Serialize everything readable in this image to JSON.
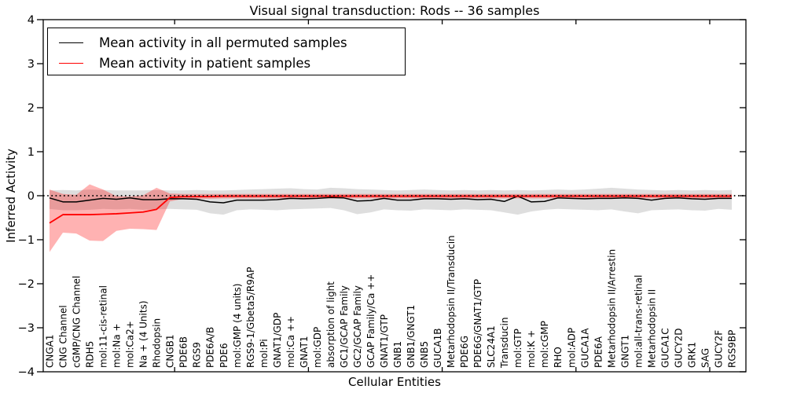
{
  "chart_data": {
    "type": "line",
    "title": "Visual signal transduction: Rods -- 36 samples",
    "xlabel": "Cellular Entities",
    "ylabel": "Inferred Activity",
    "ylim": [
      -4,
      4
    ],
    "yticks": [
      4,
      3,
      2,
      1,
      0,
      -1,
      -2,
      -3,
      -4
    ],
    "xticks": [
      10,
      20,
      30,
      40,
      50
    ],
    "grid": false,
    "zero_reference_line": {
      "style": "dotted",
      "color": "#000000",
      "y": 0
    },
    "legend": {
      "position": "upper left",
      "entries": [
        {
          "label": "Mean activity in all permuted samples",
          "color": "#000000"
        },
        {
          "label": "Mean activity in patient samples",
          "color": "#ff0000"
        }
      ]
    },
    "categories": [
      "CNGA1",
      "CNG Channel",
      "cGMP/CNG Channel",
      "RDH5",
      "mol:11-cis-retinal",
      "mol:Na +",
      "mol:Ca2+",
      "Na + (4 Units)",
      "Rhodopsin",
      "CNGB1",
      "PDE6B",
      "RGS9",
      "PDE6A/B",
      "PDE6",
      "mol:GMP (4 units)",
      "RGS9-1/Gbeta5/R9AP",
      "mol:Pi",
      "GNAT1/GDP",
      "mol:Ca ++",
      "GNAT1",
      "mol:GDP",
      "absorption of light",
      "GC1/GCAP Family",
      "GC2/GCAP Family",
      "GCAP Family/Ca ++",
      "GNAT1/GTP",
      "GNB1",
      "GNB1/GNGT1",
      "GNB5",
      "GUCA1B",
      "Metarhodopsin II/Transducin",
      "PDE6G",
      "PDE6G/GNAT1/GTP",
      "SLC24A1",
      "Transducin",
      "mol:GTP",
      "mol:K +",
      "mol:cGMP",
      "RHO",
      "mol:ADP",
      "GUCA1A",
      "PDE6A",
      "Metarhodopsin II/Arrestin",
      "GNGT1",
      "mol:all-trans-retinal",
      "Metarhodopsin II",
      "GUCA1C",
      "GUCY2D",
      "GRK1",
      "SAG",
      "GUCY2F",
      "RGS9BP"
    ],
    "series": [
      {
        "name": "Mean activity in all permuted samples",
        "color": "#000000",
        "band_color": "rgba(0,0,0,0.13)",
        "values": [
          -0.05,
          -0.14,
          -0.14,
          -0.1,
          -0.06,
          -0.08,
          -0.05,
          -0.09,
          -0.09,
          -0.07,
          -0.07,
          -0.08,
          -0.14,
          -0.16,
          -0.1,
          -0.1,
          -0.1,
          -0.09,
          -0.06,
          -0.07,
          -0.06,
          -0.04,
          -0.05,
          -0.12,
          -0.11,
          -0.06,
          -0.1,
          -0.1,
          -0.07,
          -0.07,
          -0.08,
          -0.07,
          -0.09,
          -0.08,
          -0.13,
          -0.01,
          -0.14,
          -0.13,
          -0.05,
          -0.06,
          -0.07,
          -0.06,
          -0.06,
          -0.05,
          -0.06,
          -0.1,
          -0.06,
          -0.05,
          -0.07,
          -0.08,
          -0.06,
          -0.06
        ],
        "band_upper": [
          0.12,
          0.13,
          0.12,
          0.14,
          0.13,
          0.12,
          0.12,
          0.12,
          0.13,
          0.12,
          0.12,
          0.13,
          0.12,
          0.12,
          0.13,
          0.14,
          0.15,
          0.16,
          0.17,
          0.15,
          0.14,
          0.18,
          0.17,
          0.15,
          0.14,
          0.13,
          0.12,
          0.13,
          0.14,
          0.13,
          0.12,
          0.13,
          0.12,
          0.13,
          0.12,
          0.13,
          0.12,
          0.13,
          0.14,
          0.13,
          0.14,
          0.16,
          0.18,
          0.16,
          0.14,
          0.13,
          0.12,
          0.13,
          0.12,
          0.13,
          0.12,
          0.13
        ],
        "band_lower": [
          -0.3,
          -0.33,
          -0.33,
          -0.32,
          -0.3,
          -0.31,
          -0.3,
          -0.32,
          -0.31,
          -0.3,
          -0.31,
          -0.32,
          -0.4,
          -0.43,
          -0.33,
          -0.31,
          -0.32,
          -0.33,
          -0.31,
          -0.3,
          -0.29,
          -0.28,
          -0.33,
          -0.42,
          -0.38,
          -0.31,
          -0.33,
          -0.34,
          -0.31,
          -0.32,
          -0.33,
          -0.31,
          -0.32,
          -0.33,
          -0.38,
          -0.43,
          -0.36,
          -0.32,
          -0.3,
          -0.31,
          -0.32,
          -0.33,
          -0.31,
          -0.36,
          -0.4,
          -0.33,
          -0.32,
          -0.31,
          -0.33,
          -0.34,
          -0.3,
          -0.32
        ]
      },
      {
        "name": "Mean activity in patient samples",
        "color": "#ff0000",
        "band_color": "rgba(255,0,0,0.30)",
        "values": [
          -0.62,
          -0.43,
          -0.43,
          -0.43,
          -0.42,
          -0.41,
          -0.39,
          -0.37,
          -0.31,
          -0.04,
          -0.02,
          -0.02,
          -0.02,
          -0.01,
          -0.01,
          -0.01,
          -0.01,
          -0.01,
          -0.01,
          -0.01,
          -0.01,
          -0.01,
          -0.01,
          -0.01,
          -0.01,
          -0.01,
          -0.01,
          -0.01,
          -0.01,
          -0.01,
          -0.01,
          -0.01,
          -0.01,
          -0.01,
          -0.01,
          -0.01,
          -0.01,
          -0.01,
          -0.01,
          -0.01,
          -0.01,
          -0.01,
          -0.01,
          -0.01,
          -0.01,
          -0.01,
          -0.01,
          -0.01,
          -0.01,
          -0.01,
          -0.01,
          -0.01
        ],
        "band_upper": [
          0.14,
          0.04,
          0.02,
          0.26,
          0.14,
          -0.01,
          -0.02,
          0.01,
          0.18,
          0.05,
          0.04,
          0.04,
          0.04,
          0.04,
          0.04,
          0.04,
          0.04,
          0.04,
          0.04,
          0.04,
          0.04,
          0.04,
          0.04,
          0.04,
          0.04,
          0.04,
          0.04,
          0.04,
          0.04,
          0.04,
          0.04,
          0.04,
          0.04,
          0.04,
          0.04,
          0.04,
          0.04,
          0.04,
          0.04,
          0.04,
          0.04,
          0.04,
          0.04,
          0.04,
          0.04,
          0.04,
          0.04,
          0.04,
          0.04,
          0.04,
          0.04,
          0.04
        ],
        "band_lower": [
          -1.28,
          -0.84,
          -0.86,
          -1.02,
          -1.03,
          -0.8,
          -0.75,
          -0.76,
          -0.78,
          -0.13,
          -0.07,
          -0.07,
          -0.07,
          -0.06,
          -0.06,
          -0.06,
          -0.06,
          -0.06,
          -0.06,
          -0.06,
          -0.06,
          -0.06,
          -0.06,
          -0.06,
          -0.06,
          -0.06,
          -0.06,
          -0.06,
          -0.06,
          -0.06,
          -0.06,
          -0.06,
          -0.06,
          -0.06,
          -0.06,
          -0.06,
          -0.06,
          -0.06,
          -0.06,
          -0.06,
          -0.06,
          -0.06,
          -0.06,
          -0.06,
          -0.06,
          -0.06,
          -0.06,
          -0.06,
          -0.06,
          -0.06,
          -0.06,
          -0.06
        ]
      }
    ]
  },
  "colors": {
    "background": "#ffffff",
    "frame": "#000000",
    "permuted_line": "#000000",
    "patient_line": "#ff0000",
    "permuted_band": "rgba(0,0,0,0.13)",
    "patient_band": "rgba(255,0,0,0.30)"
  }
}
